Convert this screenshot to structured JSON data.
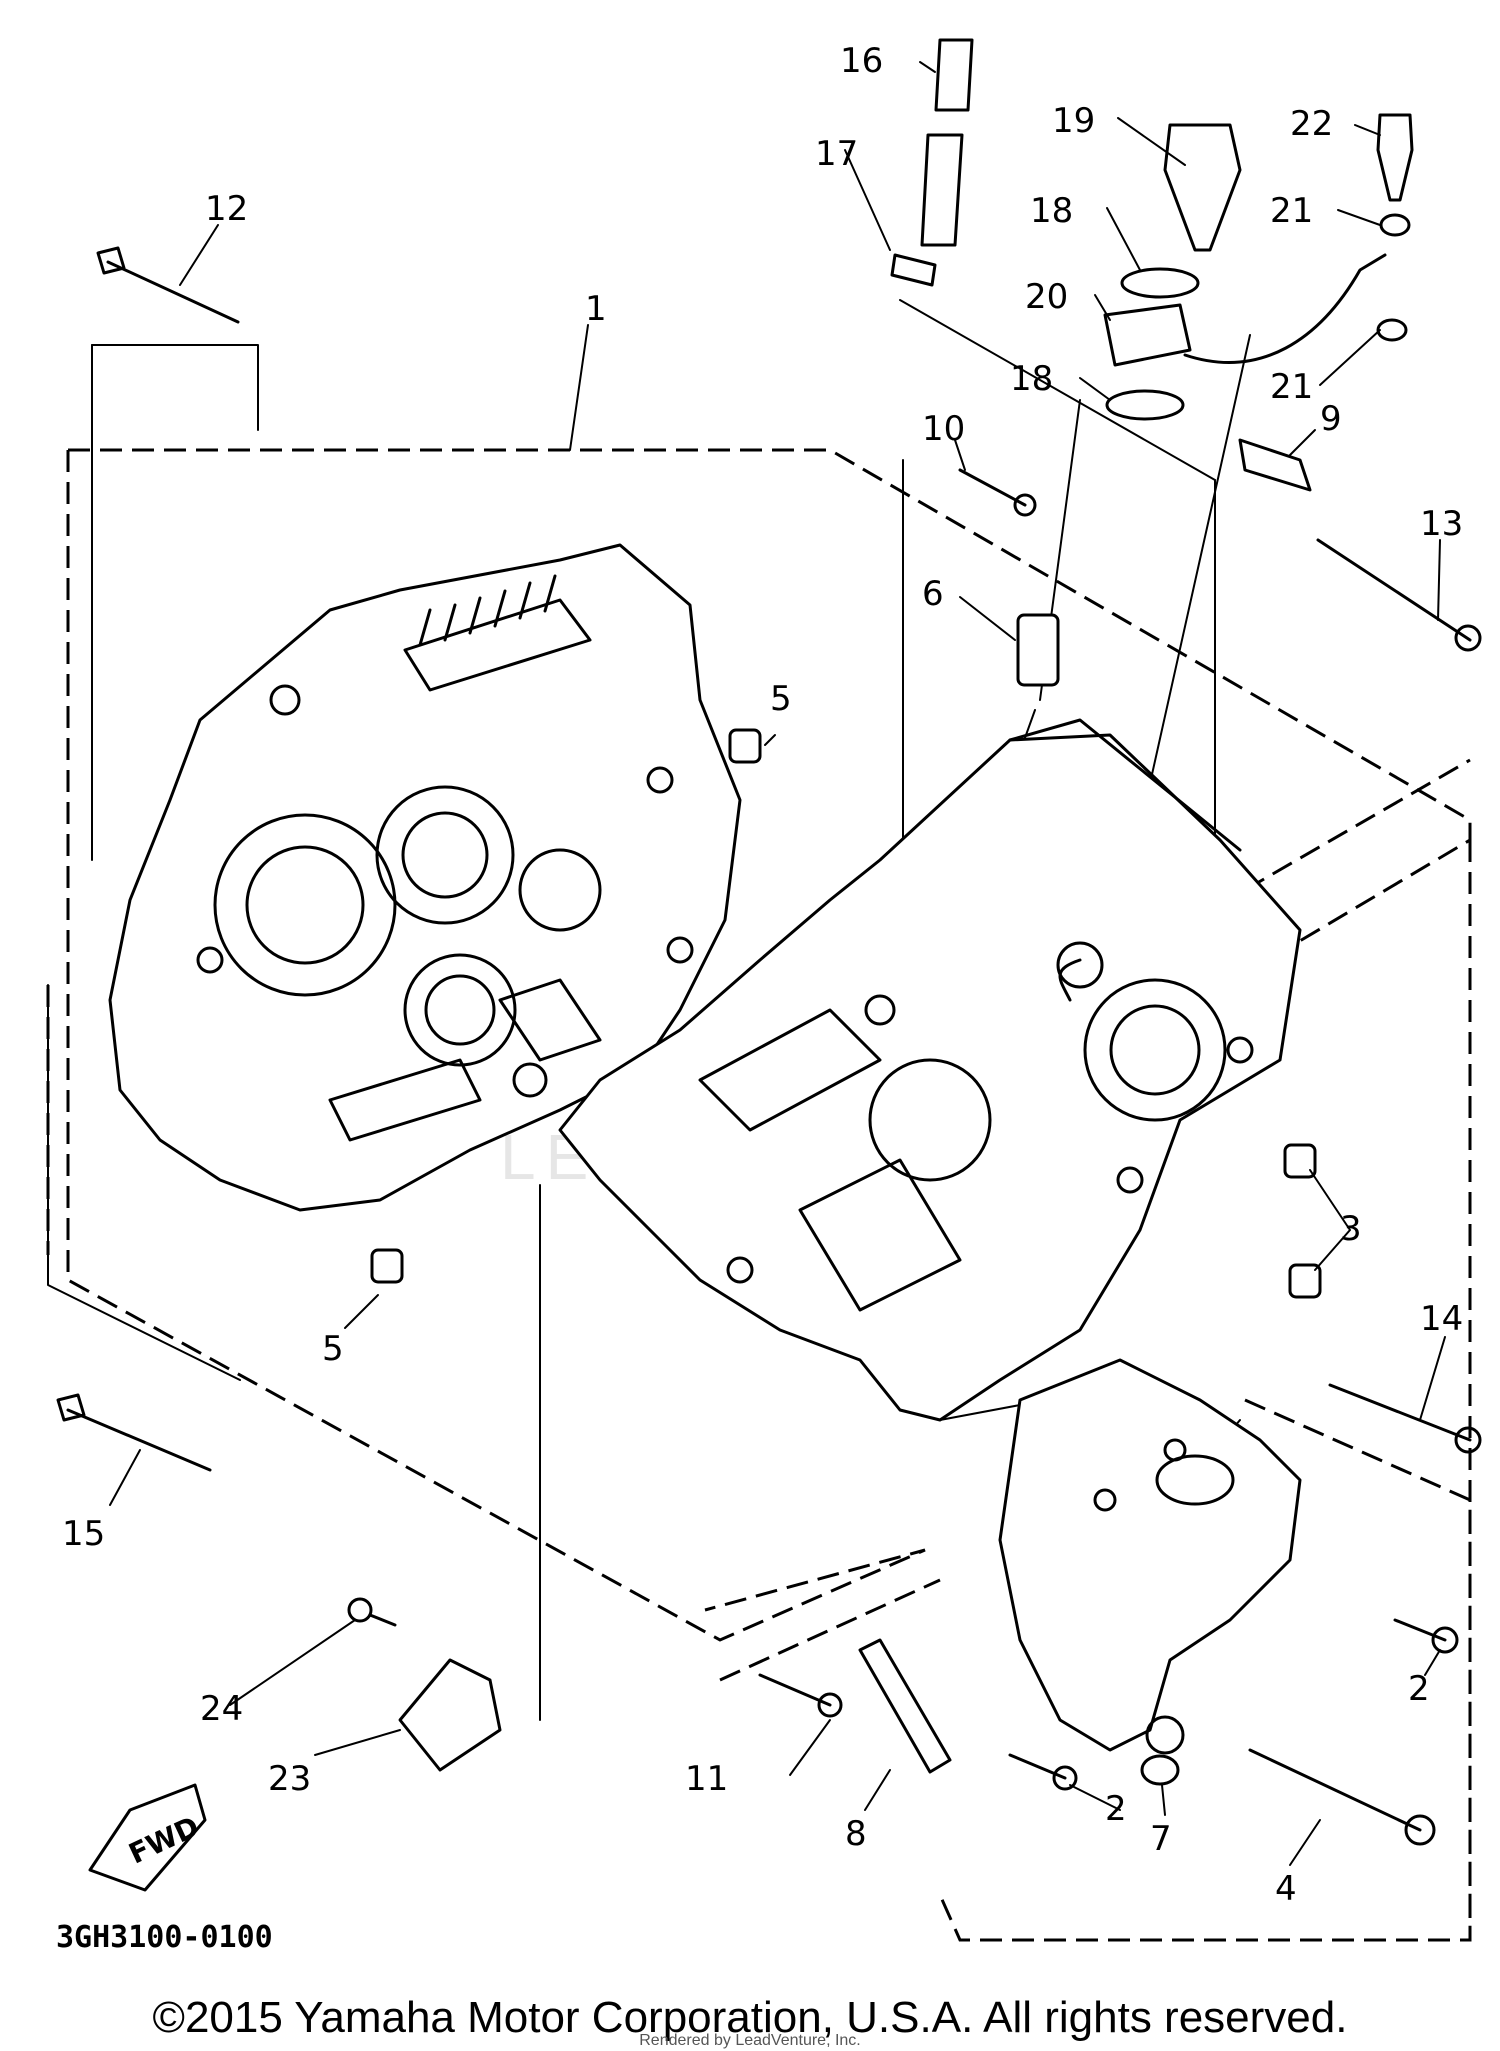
{
  "diagram": {
    "part_code": "3GH3100-0100",
    "fwd_label": "FWD",
    "watermark": "LEADVENTURE",
    "callouts": [
      "1",
      "2",
      "2",
      "3",
      "4",
      "5",
      "5",
      "6",
      "7",
      "8",
      "9",
      "10",
      "11",
      "12",
      "13",
      "14",
      "15",
      "16",
      "17",
      "18",
      "18",
      "19",
      "20",
      "21",
      "21",
      "22",
      "23",
      "24"
    ]
  },
  "footer": {
    "copyright": "©2015 Yamaha Motor Corporation, U.S.A. All rights reserved.",
    "rendered_by": "Rendered by LeadVenture, Inc."
  }
}
